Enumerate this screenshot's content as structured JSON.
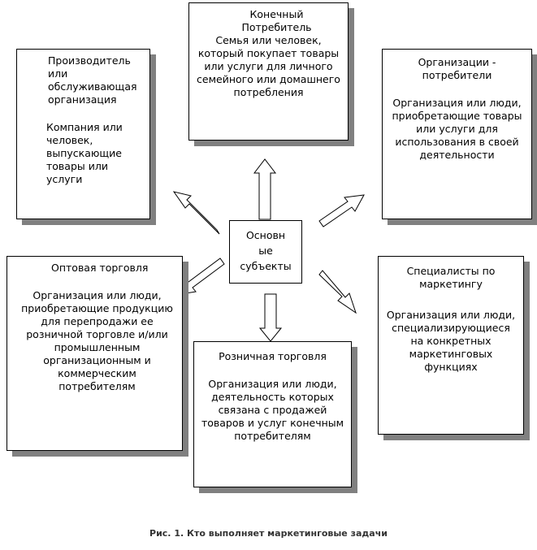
{
  "diagram": {
    "consumer": {
      "title": "Конечный\nПотребитель",
      "desc": "Семья или человек, который покупает товары или услуги для личного семейного или домашнего потребления"
    },
    "producer": {
      "title": "Производитель или обслуживающая организация",
      "desc": "Компания или человек, выпускающие товары или услуги"
    },
    "org_consumers": {
      "title": "Организации - потребители",
      "desc": "Организация или люди, приобретающие товары или услуги для использования в своей деятельности"
    },
    "center": {
      "label": "Основн\nые\nсубъекты\nмаркетинга"
    },
    "wholesale": {
      "title": "Оптовая торговля",
      "desc": "Организация или люди, приобретающие продукцию для перепродажи ее розничной торговле и/или промышленным организационным и коммерческим потребителям"
    },
    "retail": {
      "title": "Розничная торговля",
      "desc": "Организация или люди, деятельность которых связана с продажей товаров и услуг конечным потребителям"
    },
    "specialists": {
      "title": "Специалисты по маркетингу",
      "desc": "Организация или люди, специализирующиеся на конкретных маркетинговых функциях"
    }
  },
  "caption": "Рис. 1. Кто выполняет маркетинговые задачи",
  "colors": {
    "border": "#000000",
    "shadow": "#808080",
    "background": "#ffffff"
  }
}
